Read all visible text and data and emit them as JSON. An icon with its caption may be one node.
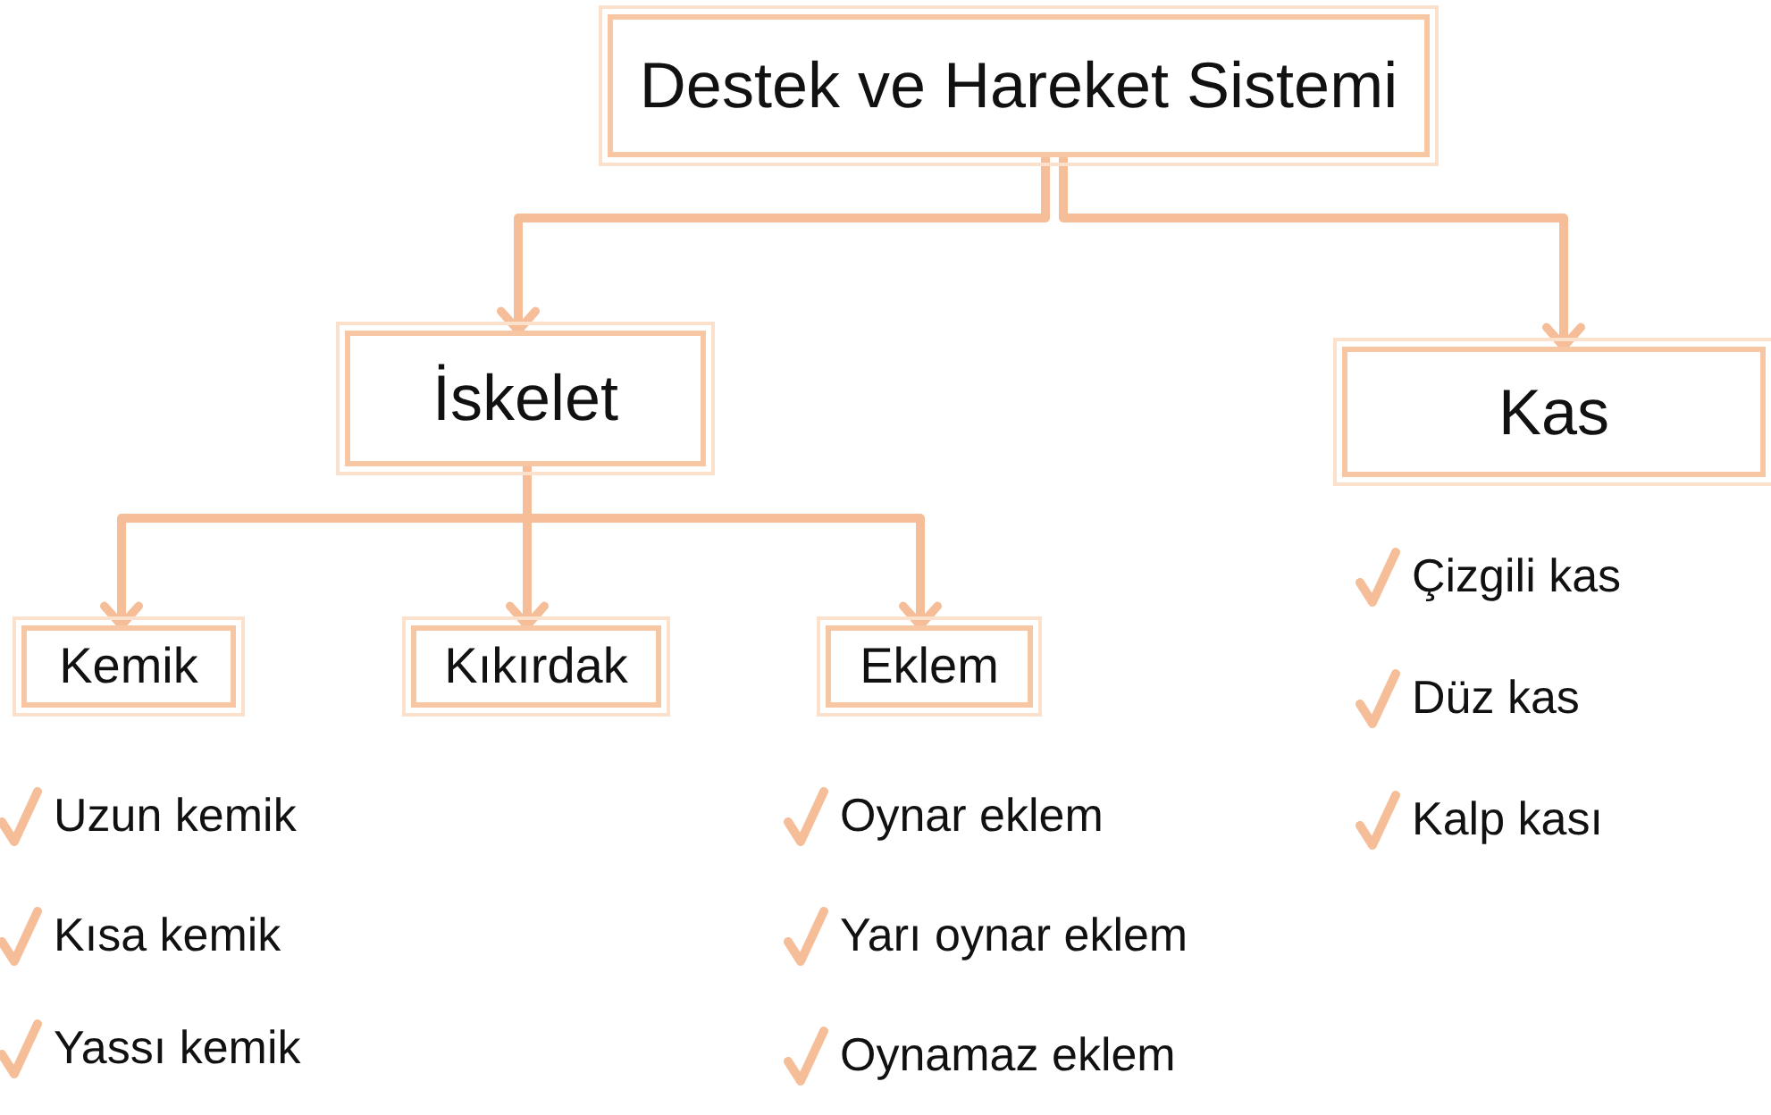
{
  "diagram": {
    "nodes": [
      {
        "text": [
          "Destek ve Hareket Sistemi"
        ]
      },
      {
        "text": [
          "İskelet"
        ]
      },
      {
        "text": [
          "Kas"
        ]
      },
      {
        "text": [
          "Kemik"
        ]
      },
      {
        "text": [
          "Kıkırdak"
        ]
      },
      {
        "text": [
          "Eklem"
        ]
      }
    ],
    "edges": [
      {
        "from": 0,
        "to": 1,
        "arrow": "to"
      },
      {
        "from": 0,
        "to": 2,
        "arrow": "to"
      },
      {
        "from": 1,
        "to": 3,
        "arrow": "to"
      },
      {
        "from": 1,
        "to": 4,
        "arrow": "to"
      },
      {
        "from": 1,
        "to": 5,
        "arrow": "to"
      }
    ],
    "labels": [
      "Çizgili kas",
      "Düz kas",
      "Uzun kemik",
      "Oynar eklem",
      "Kalp kası",
      "Kısa kemik",
      "Yarı oynar eklem",
      "Yassı kemik",
      "Oynamaz eklem"
    ]
  }
}
